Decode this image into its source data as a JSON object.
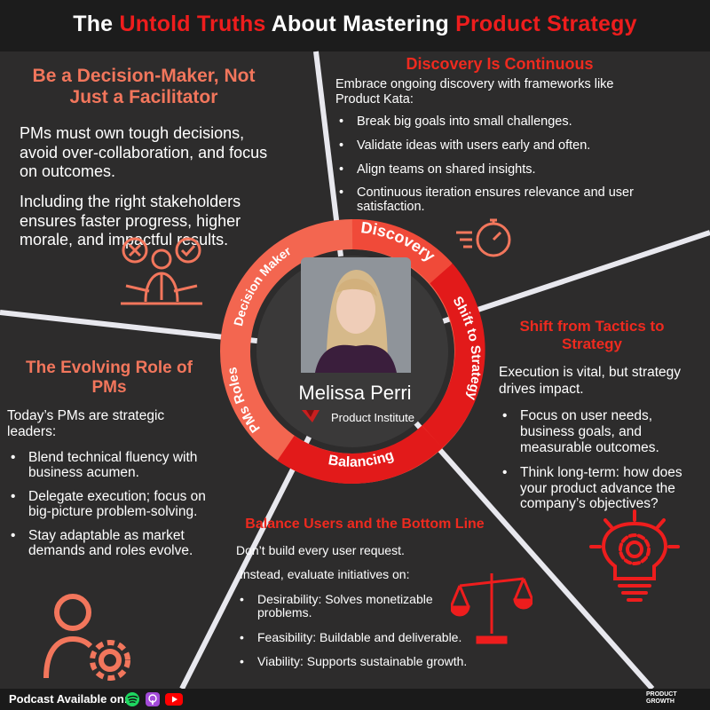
{
  "title": {
    "part1": "The ",
    "part2": "Untold Truths",
    "part3": " About Mastering ",
    "part4": "Product Strategy"
  },
  "colors": {
    "background": "#2d2c2c",
    "accent_red": "#ee1d1d",
    "accent_salmon": "#f2765c",
    "ring_light": "#f36650",
    "ring_dark": "#e21a1a"
  },
  "decision": {
    "heading": "Be a Decision-Maker, Not Just a Facilitator",
    "p1": "PMs must own tough decisions, avoid over-collaboration, and focus on outcomes.",
    "p2": "Including the right stakeholders ensures faster progress, higher morale, and impactful results.",
    "icon": "decision-maker-icon"
  },
  "discovery": {
    "heading": "Discovery Is Continuous",
    "intro": "Embrace ongoing discovery with frameworks like Product Kata:",
    "items": [
      "Break big goals into small challenges.",
      "Validate ideas with users early and often.",
      "Align teams on shared insights.",
      "Continuous iteration ensures relevance and user satisfaction."
    ],
    "icon": "stopwatch-icon"
  },
  "shift": {
    "heading": "Shift from Tactics to Strategy",
    "intro": "Execution is vital, but strategy drives impact.",
    "items": [
      "Focus on user needs, business goals, and measurable outcomes.",
      "Think long-term: how does your product advance the company’s objectives?"
    ],
    "icon": "lightbulb-gear-icon"
  },
  "evolving": {
    "heading": "The Evolving Role of PMs",
    "intro": "Today’s PMs are strategic leaders:",
    "items": [
      "Blend technical fluency with business acumen.",
      "Delegate execution; focus on big-picture problem-solving.",
      "Stay adaptable as market demands and roles evolve."
    ],
    "icon": "person-gear-icon"
  },
  "balance": {
    "heading": "Balance Users and the Bottom Line",
    "p1": "Don’t build every user request.",
    "p2": "Instead, evaluate initiatives on:",
    "items": [
      "Desirability: Solves monetizable problems.",
      "Feasibility: Buildable and deliverable.",
      "Viability: Supports sustainable growth."
    ],
    "icon": "scales-icon"
  },
  "ring": {
    "labels": [
      "Decision Maker",
      "Discovery",
      "Shift to Strategy",
      "Balancing",
      "PMs Roles"
    ]
  },
  "person": {
    "name": "Melissa Perri",
    "org": "Product Institute"
  },
  "footer": {
    "podcast": "Podcast Available on:",
    "icons": [
      "spotify-icon",
      "apple-podcasts-icon",
      "youtube-icon"
    ],
    "logo_line1": "PRODUCT",
    "logo_line2": "GROWTH"
  }
}
